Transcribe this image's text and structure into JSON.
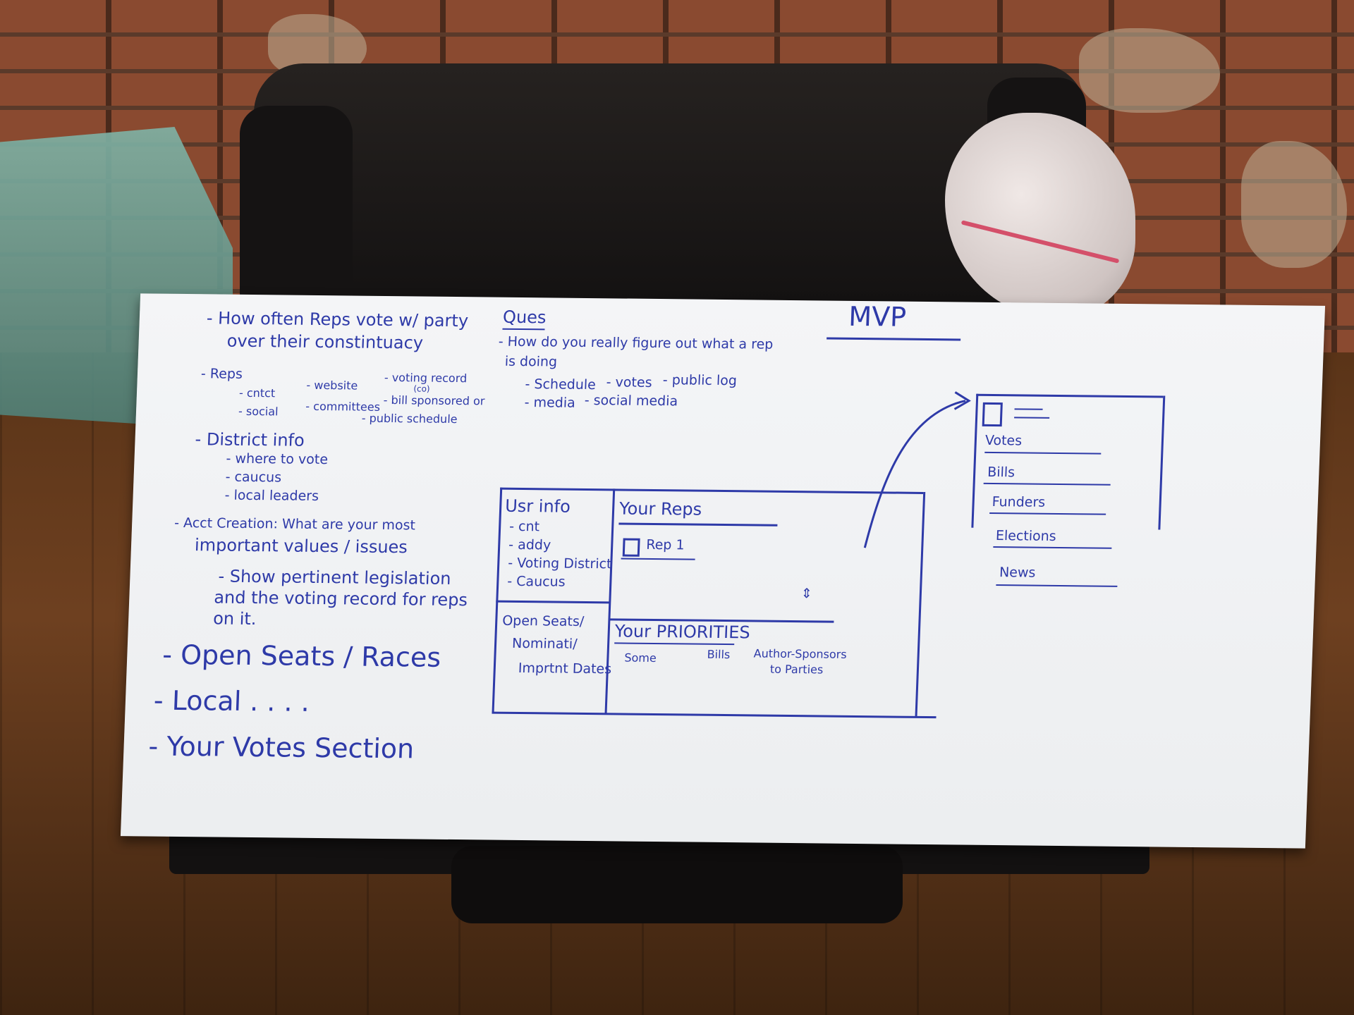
{
  "notes_left": {
    "line1": "- How often Reps vote w/ party",
    "line2": "over their constintuacy",
    "reps_label": "- Reps",
    "reps_items": {
      "cntct": "- cntct",
      "social": "- social",
      "website": "- website",
      "committees": "- committees",
      "voting_record": "- voting record",
      "sponsored": "- bill sponsored or",
      "sponsored_super": "(co)",
      "public_schedule": "- public schedule"
    },
    "district_label": "- District info",
    "district_items": [
      "- where to vote",
      "- caucus",
      "- local leaders"
    ],
    "acct_line1": "- Acct Creation: What are your most",
    "acct_line2": "important values / issues",
    "acct_sub1": "- Show pertinent legislation",
    "acct_sub2": "and the voting record for reps",
    "acct_sub3": "on it.",
    "big_items": [
      "- Open Seats / Races",
      "- Local . . . .",
      "- Your Votes Section"
    ]
  },
  "ques": {
    "title": "Ques",
    "line1": "- How do you really figure out what a rep",
    "line2": "is doing",
    "items_row1": [
      "- Schedule",
      "- votes",
      "- public log"
    ],
    "items_row2": [
      "- media",
      "- social media"
    ]
  },
  "mvp": {
    "title": "MVP"
  },
  "wireframe": {
    "user_info": {
      "title": "Usr info",
      "items": [
        "- cnt",
        "- addy",
        "- Voting District",
        "- Caucus"
      ]
    },
    "open_seats": [
      "Open Seats/",
      "Nominati/",
      "Imprtnt Dates"
    ],
    "your_reps": {
      "title": "Your Reps",
      "rep": "Rep 1"
    },
    "priorities": {
      "title": "Your PRIORITIES",
      "cols": [
        "Some",
        "Bills",
        "Author-Sponsors"
      ],
      "sub": "to Parties"
    }
  },
  "detail_panel": {
    "items": [
      "Votes",
      "Bills",
      "Funders",
      "Elections",
      "News"
    ]
  },
  "colors": {
    "ink": "#2e3aa8",
    "board": "#f4f5f7"
  }
}
